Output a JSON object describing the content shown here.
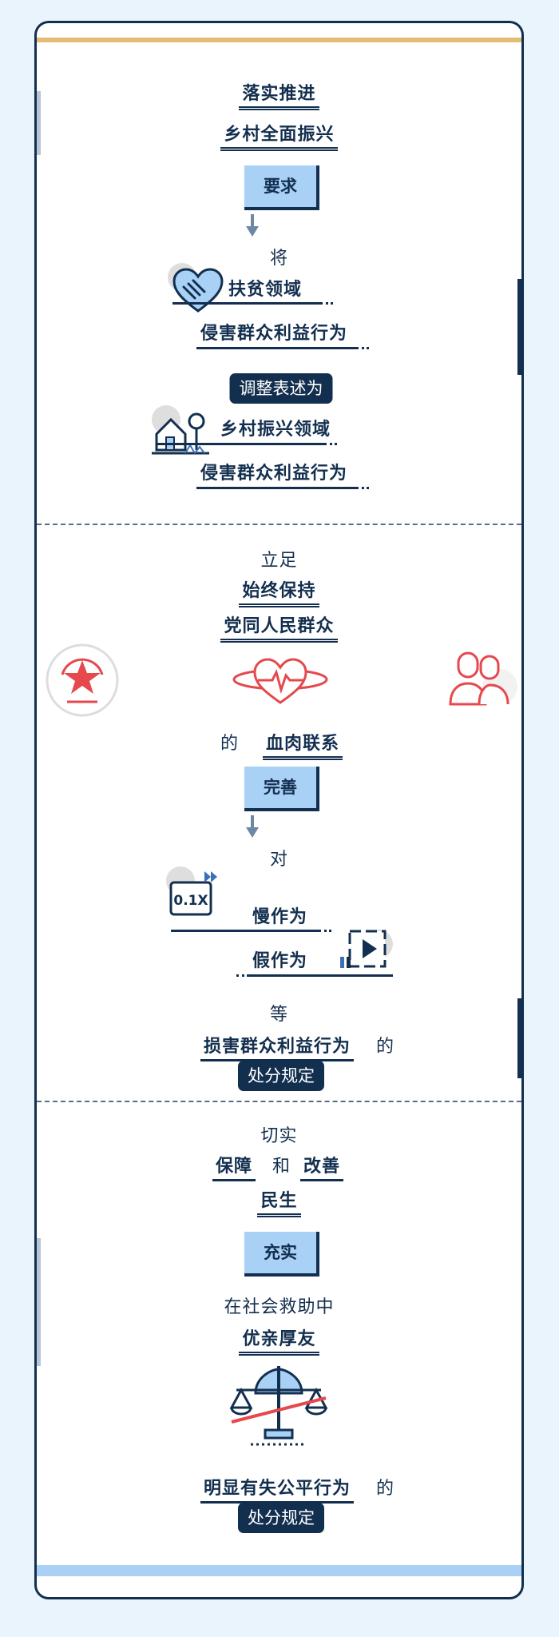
{
  "section1": {
    "title_line1": "落实推进",
    "title_line2": "乡村全面振兴",
    "box_label": "要求",
    "word_jiang": "将",
    "item1": "扶贫领域",
    "item2": "侵害群众利益行为",
    "pill_label": "调整表述为",
    "item3": "乡村振兴领域",
    "item4": "侵害群众利益行为"
  },
  "section2": {
    "intro": "立足",
    "line1": "始终保持",
    "line2": "党同人民群众",
    "de": "的",
    "bond": "血肉联系",
    "box_label": "完善",
    "word_dui": "对",
    "item1": "慢作为",
    "item2": "假作为",
    "word_deng": "等",
    "item3": "损害群众利益行为",
    "de2": "的",
    "pill_label": "处分规定",
    "speed_label": "0.1X"
  },
  "section3": {
    "intro": "切实",
    "word1": "保障",
    "he": "和",
    "word2": "改善",
    "word3": "民生",
    "box_label": "充实",
    "line1": "在社会救助中",
    "line2": "优亲厚友",
    "item": "明显有失公平行为",
    "de": "的",
    "pill_label": "处分规定"
  },
  "colors": {
    "navy": "#132f4f",
    "light_blue": "#a9d0f5",
    "gold": "#e4bd74",
    "red": "#e5484d",
    "background": "#eaf4fd"
  },
  "icons": [
    "handshake-heart-icon",
    "house-tree-icon",
    "star-badge-icon",
    "heart-pulse-icon",
    "people-icon",
    "speed-icon",
    "play-icon",
    "scales-icon",
    "down-arrow-icon"
  ]
}
